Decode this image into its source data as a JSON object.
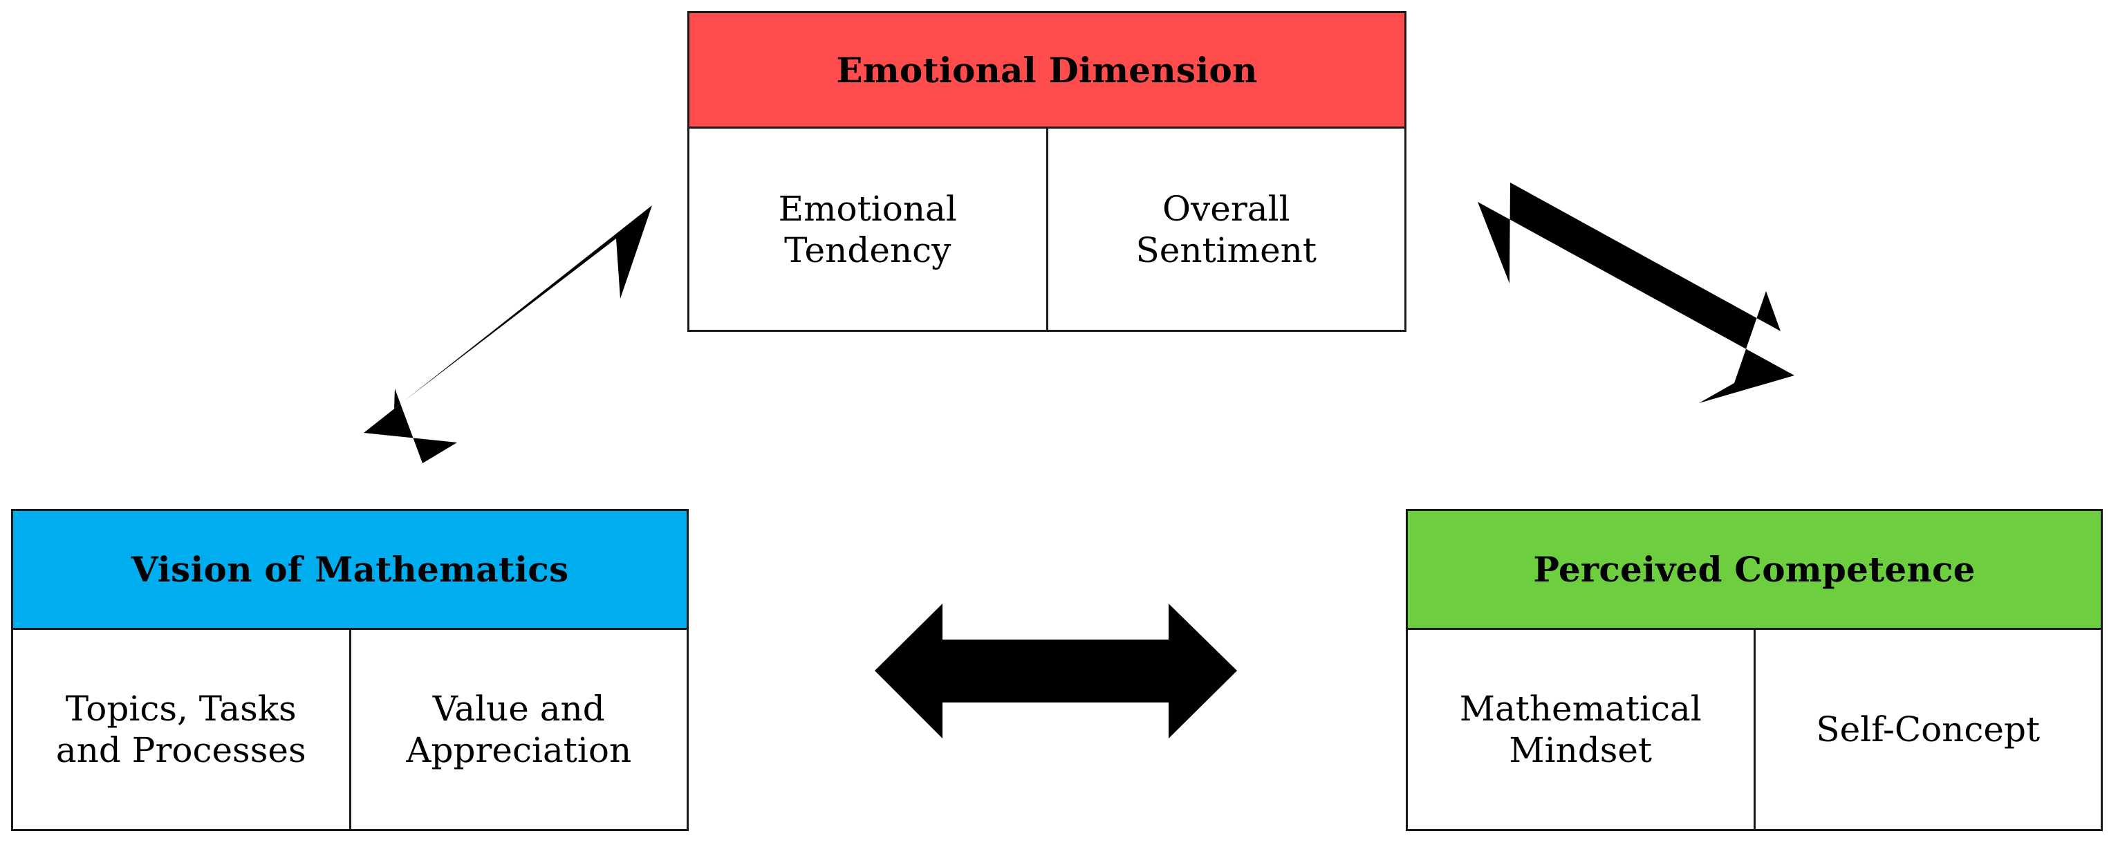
{
  "boxes": {
    "emotional": {
      "title": "Emotional Dimension",
      "color": "#ff4d4d",
      "cells": [
        "Emotional Tendency",
        "Overall Sentiment"
      ]
    },
    "vision": {
      "title": "Vision of Mathematics",
      "color": "#00aeef",
      "cells": [
        "Topics, Tasks and Processes",
        "Value and Appreciation"
      ]
    },
    "competence": {
      "title": "Perceived Competence",
      "color": "#6dcf3f",
      "cells": [
        "Mathematical Mindset",
        "Self-Concept"
      ]
    }
  },
  "arrows": [
    {
      "between": [
        "vision",
        "emotional"
      ],
      "style": "double-headed"
    },
    {
      "between": [
        "emotional",
        "competence"
      ],
      "style": "double-headed"
    },
    {
      "between": [
        "vision",
        "competence"
      ],
      "style": "double-headed"
    }
  ],
  "arrow_color": "#000000"
}
